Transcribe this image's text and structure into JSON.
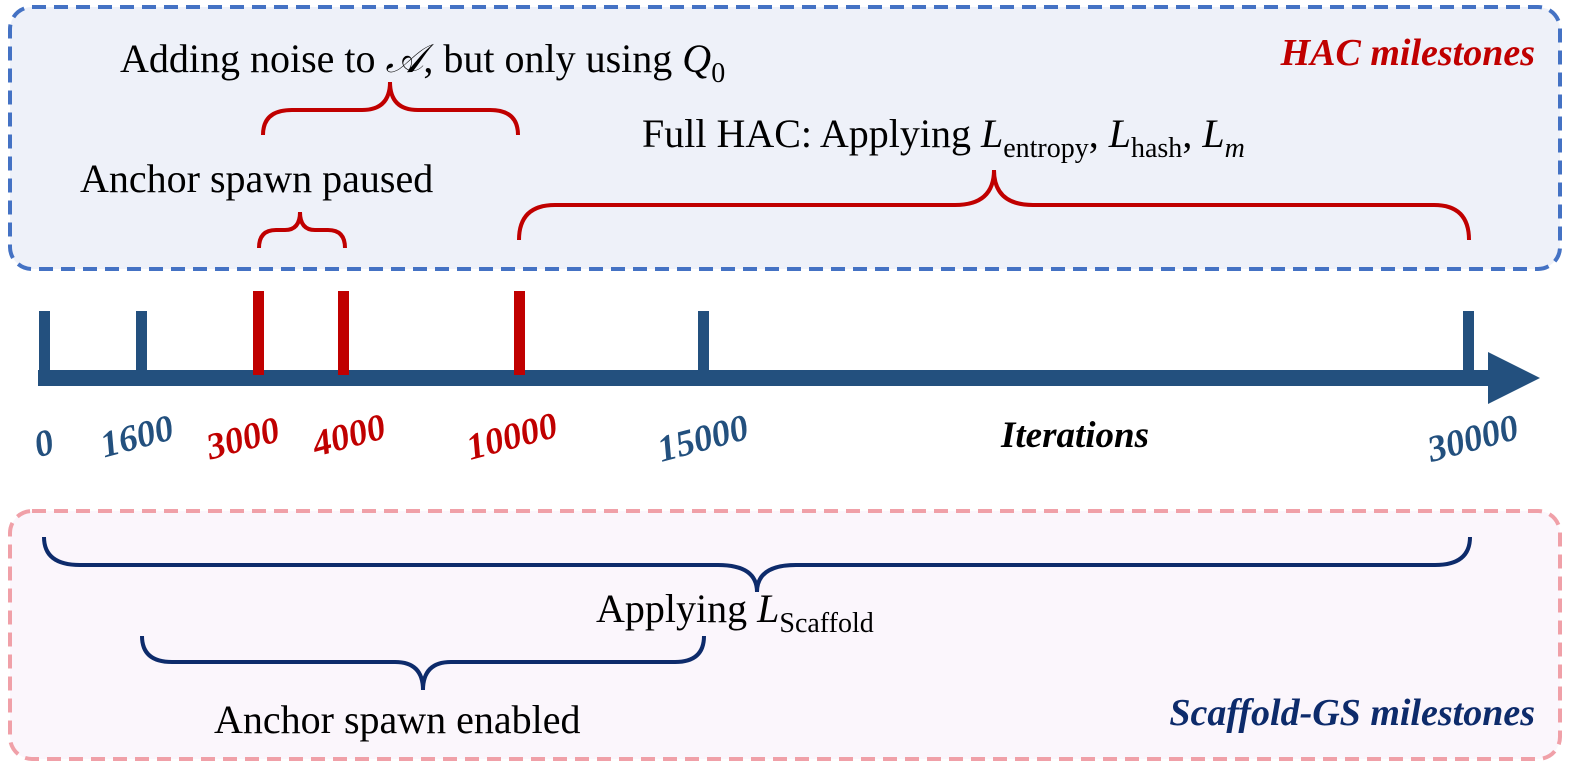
{
  "colors": {
    "axis": "#23507E",
    "hac_red": "#C00000",
    "scaffold_navy": "#0D2B6B",
    "hac_box_fill": "#EEF1F9",
    "hac_box_stroke": "#4472C4",
    "scaffold_box_fill": "#FBF6FC",
    "scaffold_box_stroke": "#F0A0A8"
  },
  "hac_panel": {
    "title": "HAC milestones",
    "noise_label": {
      "prefix": "Adding noise to ",
      "symbol": "𝒜",
      "middle": ", but only using ",
      "q": "Q",
      "q_sub": "0"
    },
    "pause_label": "Anchor spawn paused",
    "full_label": {
      "prefix": "Full HAC: Applying ",
      "l1": "L",
      "l1_sub": "entropy",
      "sep1": ", ",
      "l2": "L",
      "l2_sub": "hash",
      "sep2": ", ",
      "l3": "L",
      "l3_sub": "m"
    }
  },
  "axis": {
    "label": "Iterations",
    "ticks": [
      {
        "value": "0",
        "type": "scaffold"
      },
      {
        "value": "1600",
        "type": "scaffold"
      },
      {
        "value": "3000",
        "type": "hac"
      },
      {
        "value": "4000",
        "type": "hac"
      },
      {
        "value": "10000",
        "type": "hac"
      },
      {
        "value": "15000",
        "type": "scaffold"
      },
      {
        "value": "30000",
        "type": "scaffold"
      }
    ]
  },
  "scaffold_panel": {
    "title": "Scaffold-GS milestones",
    "loss_label": {
      "prefix": "Applying ",
      "l": "L",
      "l_sub": "Scaffold"
    },
    "spawn_label": "Anchor spawn enabled"
  }
}
